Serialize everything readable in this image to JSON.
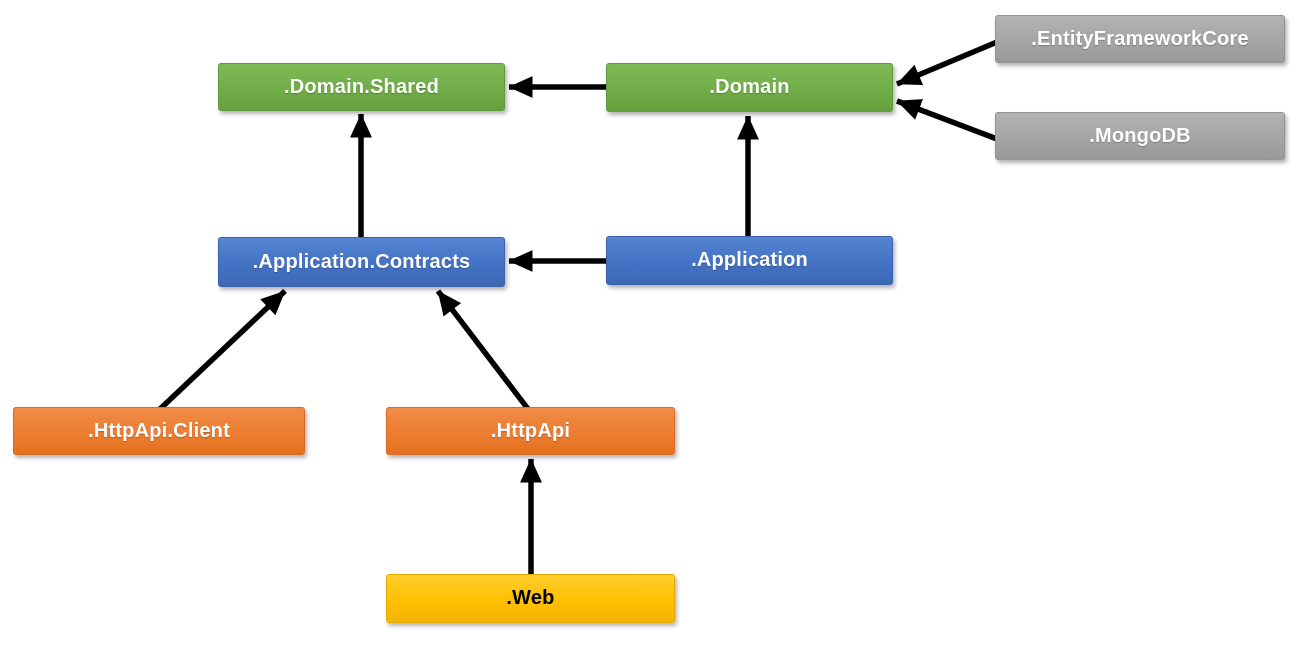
{
  "diagram": {
    "type": "dependency-diagram",
    "background": "#FFFFFF",
    "arrow_color": "#000000",
    "nodes": {
      "domain_shared": {
        "label": ".Domain.Shared",
        "color": "#70AD47",
        "text_color": "#FFFFFF"
      },
      "domain": {
        "label": ".Domain",
        "color": "#70AD47",
        "text_color": "#FFFFFF"
      },
      "entity_framework_core": {
        "label": ".EntityFrameworkCore",
        "color": "#A5A5A5",
        "text_color": "#FFFFFF"
      },
      "mongodb": {
        "label": ".MongoDB",
        "color": "#A5A5A5",
        "text_color": "#FFFFFF"
      },
      "application_contracts": {
        "label": ".Application.Contracts",
        "color": "#4472C4",
        "text_color": "#FFFFFF"
      },
      "application": {
        "label": ".Application",
        "color": "#4472C4",
        "text_color": "#FFFFFF"
      },
      "httpapi_client": {
        "label": ".HttpApi.Client",
        "color": "#ED7D31",
        "text_color": "#FFFFFF"
      },
      "httpapi": {
        "label": ".HttpApi",
        "color": "#ED7D31",
        "text_color": "#FFFFFF"
      },
      "web": {
        "label": ".Web",
        "color": "#FFC000",
        "text_color": "#000000"
      }
    },
    "edges": [
      {
        "from": ".Domain",
        "to": ".Domain.Shared"
      },
      {
        "from": ".EntityFrameworkCore",
        "to": ".Domain"
      },
      {
        "from": ".MongoDB",
        "to": ".Domain"
      },
      {
        "from": ".Application.Contracts",
        "to": ".Domain.Shared"
      },
      {
        "from": ".Application",
        "to": ".Domain"
      },
      {
        "from": ".Application",
        "to": ".Application.Contracts"
      },
      {
        "from": ".HttpApi.Client",
        "to": ".Application.Contracts"
      },
      {
        "from": ".HttpApi",
        "to": ".Application.Contracts"
      },
      {
        "from": ".Web",
        "to": ".HttpApi"
      }
    ]
  }
}
